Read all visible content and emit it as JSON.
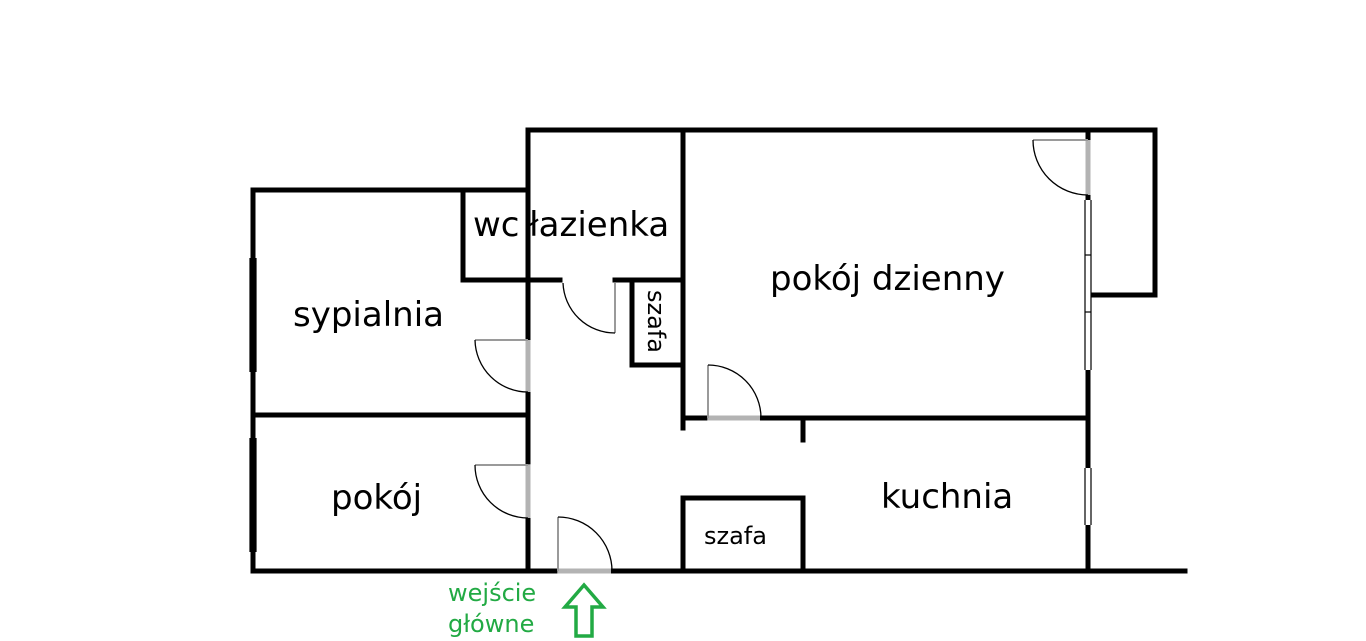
{
  "rooms": {
    "wc": "wc",
    "lazienka": "łazienka",
    "sypialnia": "sypialnia",
    "pokoj_dzienny": "pokój dzienny",
    "szafa_vertical": "szafa",
    "pokoj": "pokój",
    "kuchnia": "kuchnia",
    "szafa_horizontal": "szafa"
  },
  "entrance": {
    "line1": "wejście",
    "line2": "główne"
  },
  "colors": {
    "walls": "#000000",
    "door_jamb": "#b3b3b3",
    "entrance": "#22aa44"
  }
}
